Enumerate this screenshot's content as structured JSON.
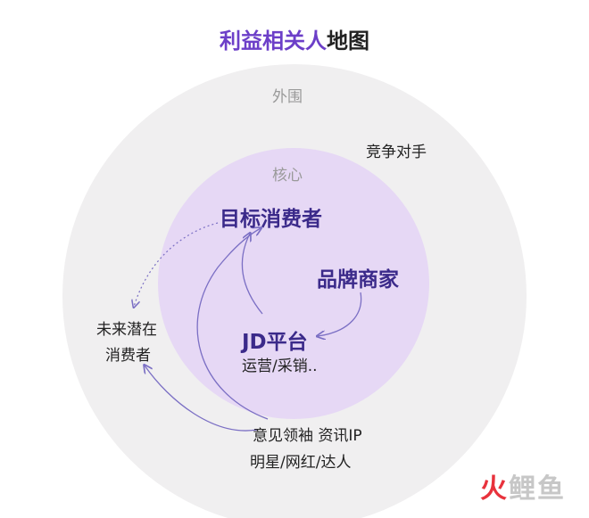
{
  "title_highlight": "利益相关人",
  "title_rest": "地图",
  "zones": {
    "outer": "外围",
    "core": "核心"
  },
  "nodes": {
    "target_consumer": "目标消费者",
    "brand_merchant": "品牌商家",
    "jd_platform": "JD平台",
    "jd_sub": "运营/采销..",
    "competitor": "竞争对手",
    "future_line1": "未来潜在",
    "future_line2": "消费者",
    "kol_line1": "意见领袖  资讯IP",
    "kol_line2": "明星/网红/达人"
  },
  "watermark": {
    "part1": "火",
    "part2": "鲤鱼"
  },
  "colors": {
    "outer_circle": "#f0eff0",
    "inner_circle": "#e6d8f5",
    "accent": "#6c3fc8",
    "node_text": "#3b2a8a",
    "arrow": "#7b6fc4"
  }
}
